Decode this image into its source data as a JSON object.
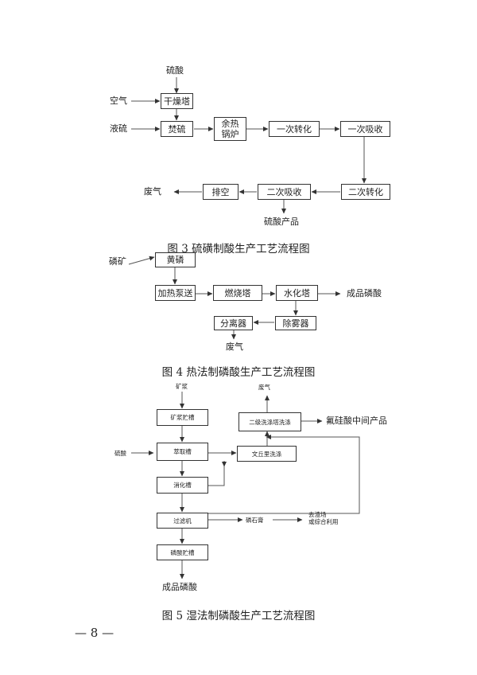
{
  "fig3": {
    "caption": "图 3  硫磺制酸生产工艺流程图",
    "in_sulfuric": "硫酸",
    "in_air": "空气",
    "in_liquid_sulfur": "液硫",
    "drying_tower": "干燥塔",
    "sulfur_burning": "焚硫",
    "waste_heat_boiler": "余热\n锅炉",
    "first_conversion": "一次转化",
    "first_absorption": "一次吸收",
    "second_conversion": "二次转化",
    "second_absorption": "二次吸收",
    "exhaust": "排空",
    "waste_gas": "废气",
    "product": "硫酸产品"
  },
  "fig4": {
    "caption": "图 4  热法制磷酸生产工艺流程图",
    "in_phosphate_rock": "磷矿",
    "yellow_phosphorus": "黄磷",
    "heating_pump": "加热泵送",
    "combustion_tower": "燃烧塔",
    "hydration_tower": "水化塔",
    "product": "成品磷酸",
    "demister": "除雾器",
    "separator": "分离器",
    "waste_gas": "废气"
  },
  "fig5": {
    "caption": "图 5  湿法制磷酸生产工艺流程图",
    "in_slurry": "矿浆",
    "slurry_tank": "矿浆贮槽",
    "in_sulfuric": "硫酸",
    "extraction_tank": "萃取槽",
    "digestion_tank": "消化槽",
    "filter": "过滤机",
    "phosphoric_tank": "磷酸贮槽",
    "product": "成品磷酸",
    "venturi_washer": "文丘里洗涤",
    "two_stage_washer": "二级洗涤塔洗涤",
    "waste_gas": "废气",
    "fluorosilicic": "氟硅酸中间产品",
    "gypsum": "磷石膏",
    "gypsum_dest": "去渣场\n或综合利用"
  },
  "page_number": "— 8 —"
}
